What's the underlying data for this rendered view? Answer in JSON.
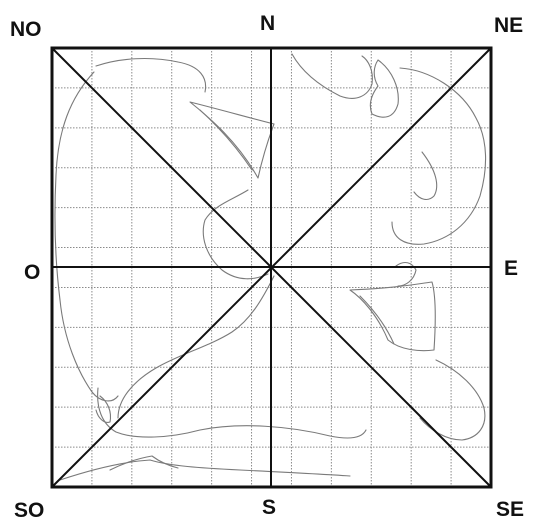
{
  "compass": {
    "north_west": "NO",
    "north": "N",
    "north_east": "NE",
    "west": "O",
    "east": "E",
    "south_west": "SO",
    "south": "S",
    "south_east": "SE"
  },
  "colors": {
    "frame": "#111111",
    "grid": "#8a8a8a",
    "sketch": "#777777",
    "background": "#ffffff"
  }
}
